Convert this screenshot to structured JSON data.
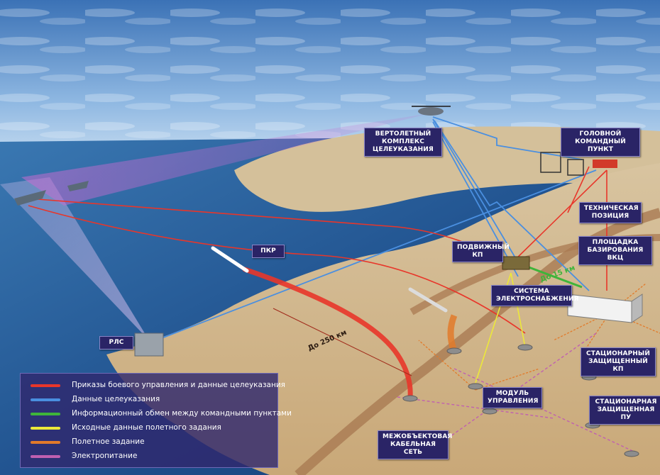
{
  "colors": {
    "command_link": "#e8362a",
    "target_data": "#4a8fe0",
    "cp_exchange": "#3fb43a",
    "flight_initial": "#ece83a",
    "flight_task": "#e27a2a",
    "power": "#c060b0",
    "callout_bg": "#2a2466"
  },
  "labels": {
    "helicopter": "ВЕРТОЛЕТНЫЙ\nКОМПЛЕКС\nЦЕЛЕУКАЗАНИЯ",
    "hq": "ГОЛОВНОЙ\nКОМАНДНЫЙ ПУНКТ",
    "tech": "ТЕХНИЧЕСКАЯ\nПОЗИЦИЯ",
    "pad": "ПЛОЩАДКА\nБАЗИРОВАНИЯ ВКЦ",
    "mobile_cp": "ПОДВИЖНЫЙ\nКП",
    "pkr": "ПКР",
    "power_sys": "СИСТЕМА\nЭЛЕКТРОСНАБЖЕНИЯ",
    "rls": "РЛС",
    "static_cp": "СТАЦИОНАРНЫЙ\nЗАЩИЩЕННЫЙ КП",
    "module": "МОДУЛЬ\nУПРАВЛЕНИЯ",
    "static_pu": "СТАЦИОНАРНАЯ\nЗАЩИЩЕННАЯ ПУ",
    "cable": "МЕЖОБЪЕКТОВАЯ\nКАБЕЛЬНАЯ СЕТЬ"
  },
  "distances": {
    "range_250": "До 250 км",
    "range_15": "До 15 км"
  },
  "legend": [
    {
      "label": "Приказы боевого управления и данные целеуказания",
      "color": "#e8362a"
    },
    {
      "label": "Данные целеуказания",
      "color": "#4a8fe0"
    },
    {
      "label": "Информационный обмен между командными пунктами",
      "color": "#3fb43a"
    },
    {
      "label": "Исходные данные полетного задания",
      "color": "#ece83a"
    },
    {
      "label": "Полетное задание",
      "color": "#e27a2a"
    },
    {
      "label": "Электропитание",
      "color": "#c060b0"
    }
  ]
}
